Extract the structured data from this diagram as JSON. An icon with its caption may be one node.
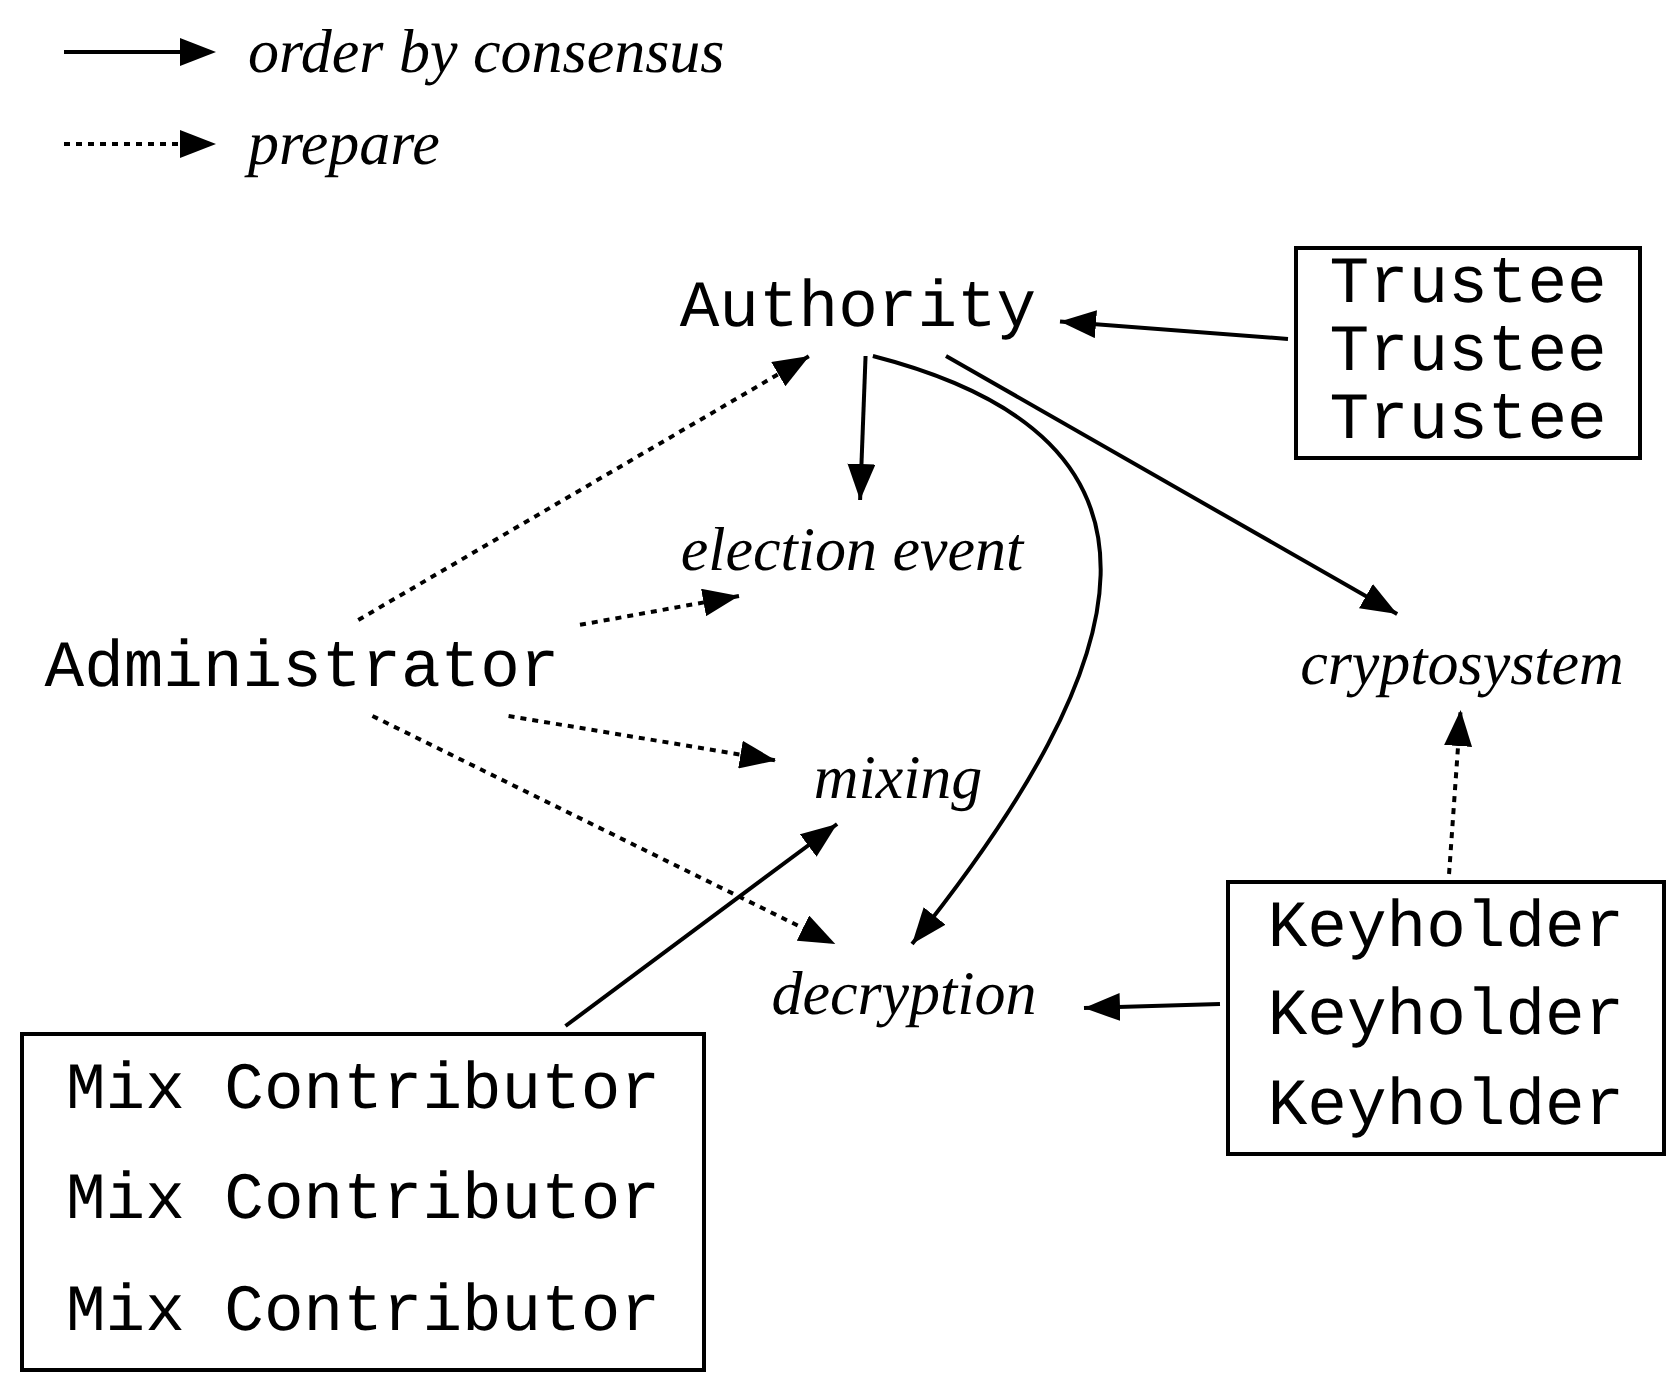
{
  "diagram": {
    "nodes": [
      {
        "text": [
          "Authority"
        ]
      },
      {
        "text": [
          "Trustee",
          "Trustee",
          "Trustee"
        ]
      },
      {
        "text": [
          "election event"
        ]
      },
      {
        "text": [
          "Administrator"
        ]
      },
      {
        "text": [
          "cryptosystem"
        ]
      },
      {
        "text": [
          "mixing"
        ]
      },
      {
        "text": [
          "decryption"
        ]
      },
      {
        "text": [
          "Keyholder",
          "Keyholder",
          "Keyholder"
        ]
      },
      {
        "text": [
          "Mix Contributor",
          "Mix Contributor",
          "Mix Contributor"
        ]
      }
    ],
    "edges": [
      {
        "from": 1,
        "to": 0,
        "arrow": "to"
      },
      {
        "from": 0,
        "to": 2,
        "arrow": "to"
      },
      {
        "from": 0,
        "to": 4,
        "arrow": "to"
      },
      {
        "from": 0,
        "to": 6,
        "arrow": "to"
      },
      {
        "from": 3,
        "to": 0,
        "arrow": "to",
        "style": "dashed"
      },
      {
        "from": 3,
        "to": 2,
        "arrow": "to",
        "style": "dashed"
      },
      {
        "from": 3,
        "to": 5,
        "arrow": "to",
        "style": "dashed"
      },
      {
        "from": 3,
        "to": 6,
        "arrow": "to",
        "style": "dashed"
      },
      {
        "from": 7,
        "to": 4,
        "arrow": "to",
        "style": "dashed"
      },
      {
        "from": 7,
        "to": 6,
        "arrow": "to"
      },
      {
        "from": 8,
        "to": 5,
        "arrow": "to"
      }
    ],
    "legend": [
      {
        "text": "order by consensus"
      },
      {
        "text": "prepare"
      }
    ]
  }
}
